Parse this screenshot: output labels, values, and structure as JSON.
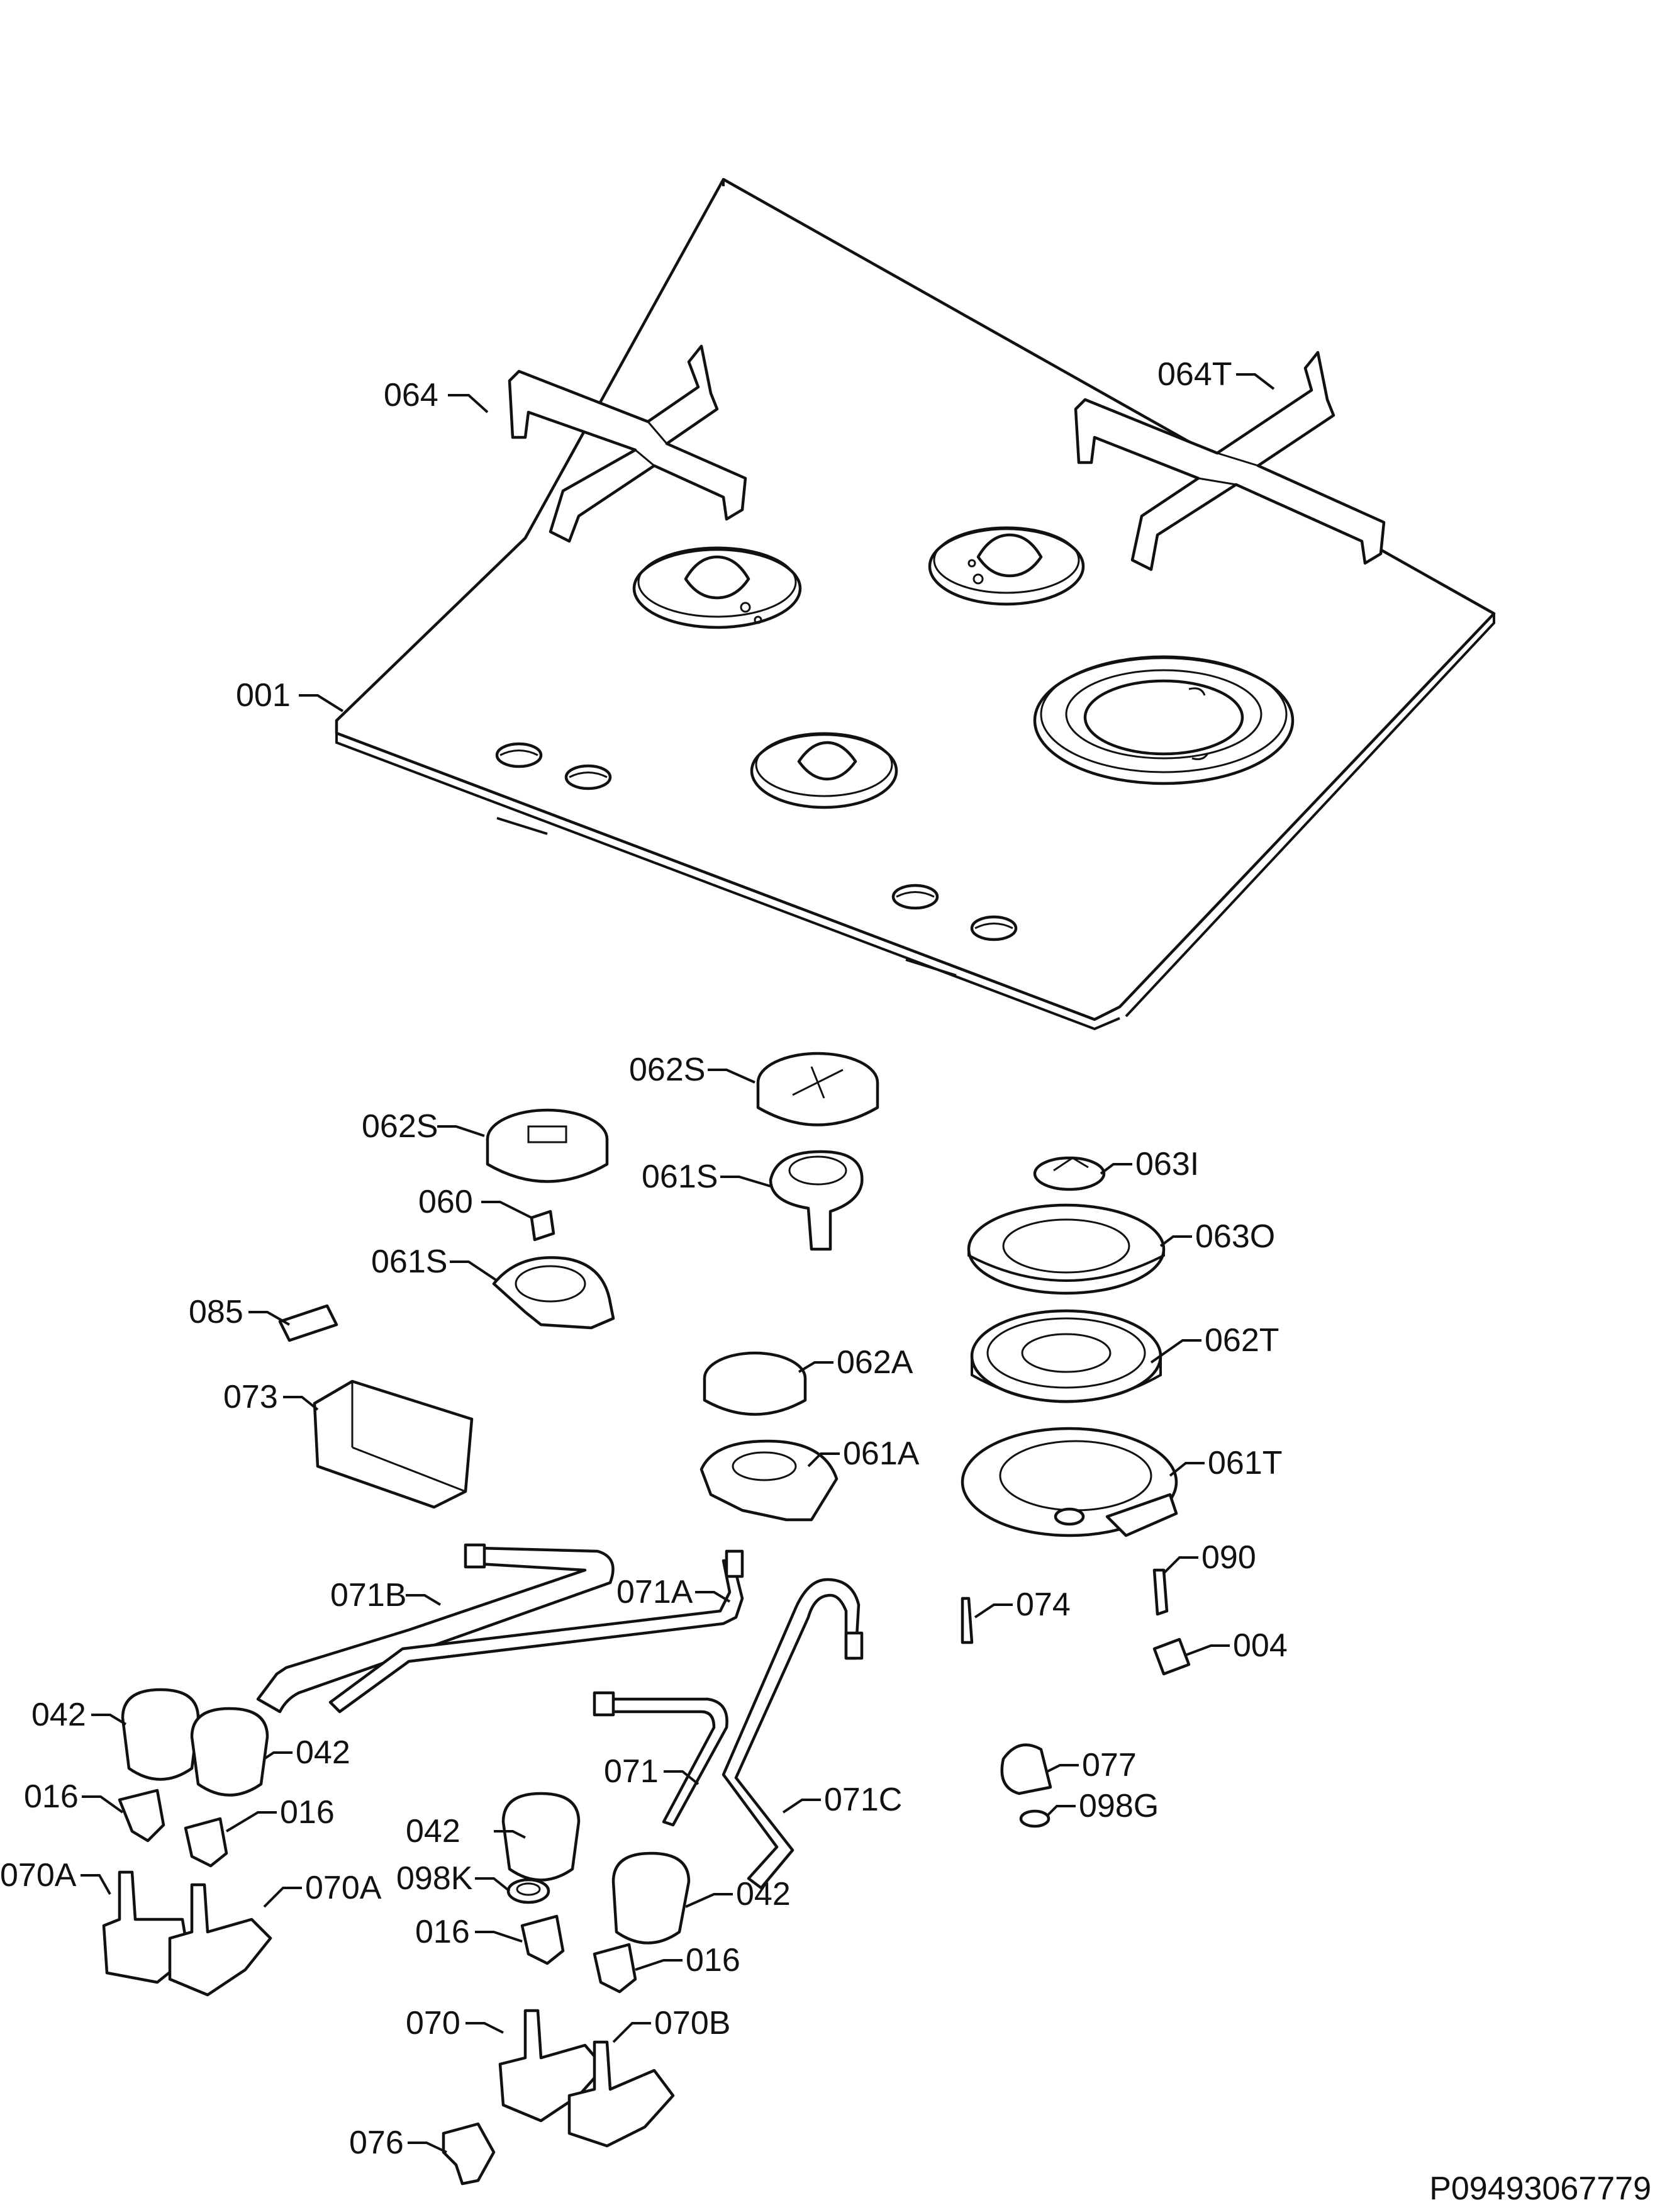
{
  "document_code": "P09493067779",
  "labels": {
    "l064": "064",
    "l064T": "064T",
    "l001": "001",
    "l062S_a": "062S",
    "l062S_b": "062S",
    "l060": "060",
    "l061S_a": "061S",
    "l061S_b": "061S",
    "l085": "085",
    "l073": "073",
    "l062A": "062A",
    "l061A": "061A",
    "l063I": "063I",
    "l063O": "063O",
    "l062T": "062T",
    "l061T": "061T",
    "l071B": "071B",
    "l071A": "071A",
    "l074": "074",
    "l090": "090",
    "l004": "004",
    "l071": "071",
    "l071C": "071C",
    "l077": "077",
    "l098G": "098G",
    "l042_a": "042",
    "l042_b": "042",
    "l042_c": "042",
    "l042_d": "042",
    "l016_a": "016",
    "l016_b": "016",
    "l016_c": "016",
    "l016_d": "016",
    "l070A_a": "070A",
    "l070A_b": "070A",
    "l098K": "098K",
    "l070": "070",
    "l070B": "070B",
    "l076": "076"
  }
}
